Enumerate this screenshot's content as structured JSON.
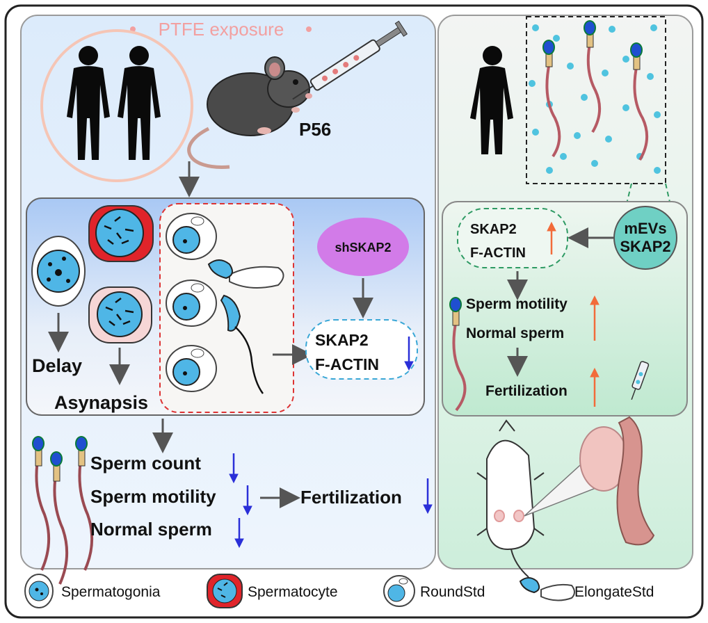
{
  "left_panel": {
    "exposure_label": "PTFE exposure",
    "age_label": "P56",
    "delay_label": "Delay",
    "asynapsis_label": "Asynapsis",
    "knockdown_label": "shSKAP2",
    "skap2_label": "SKAP2",
    "factin_label": "F-ACTIN",
    "outcomes": [
      "Sperm count",
      "Sperm motility",
      "Normal sperm"
    ],
    "fertilization_label": "Fertilization"
  },
  "right_panel": {
    "mevs_line1": "mEVs",
    "mevs_line2": "SKAP2",
    "skap2_label": "SKAP2",
    "factin_label": "F-ACTIN",
    "outcomes": [
      "Sperm motility",
      "Normal sperm"
    ],
    "fertilization_label": "Fertilization"
  },
  "legend": [
    "Spermatogonia",
    "Spermatocyte",
    "RoundStd",
    "ElongateStd"
  ],
  "colors": {
    "down_arrow": "#2a2fd8",
    "up_arrow": "#f26b3a",
    "exposure_text": "#f2a0a0",
    "cell_blue": "#4fb6e6",
    "spermatocyte_red": "#e0242a",
    "kd_purple": "#d27be8",
    "mevs_teal": "#6fd0c4"
  }
}
